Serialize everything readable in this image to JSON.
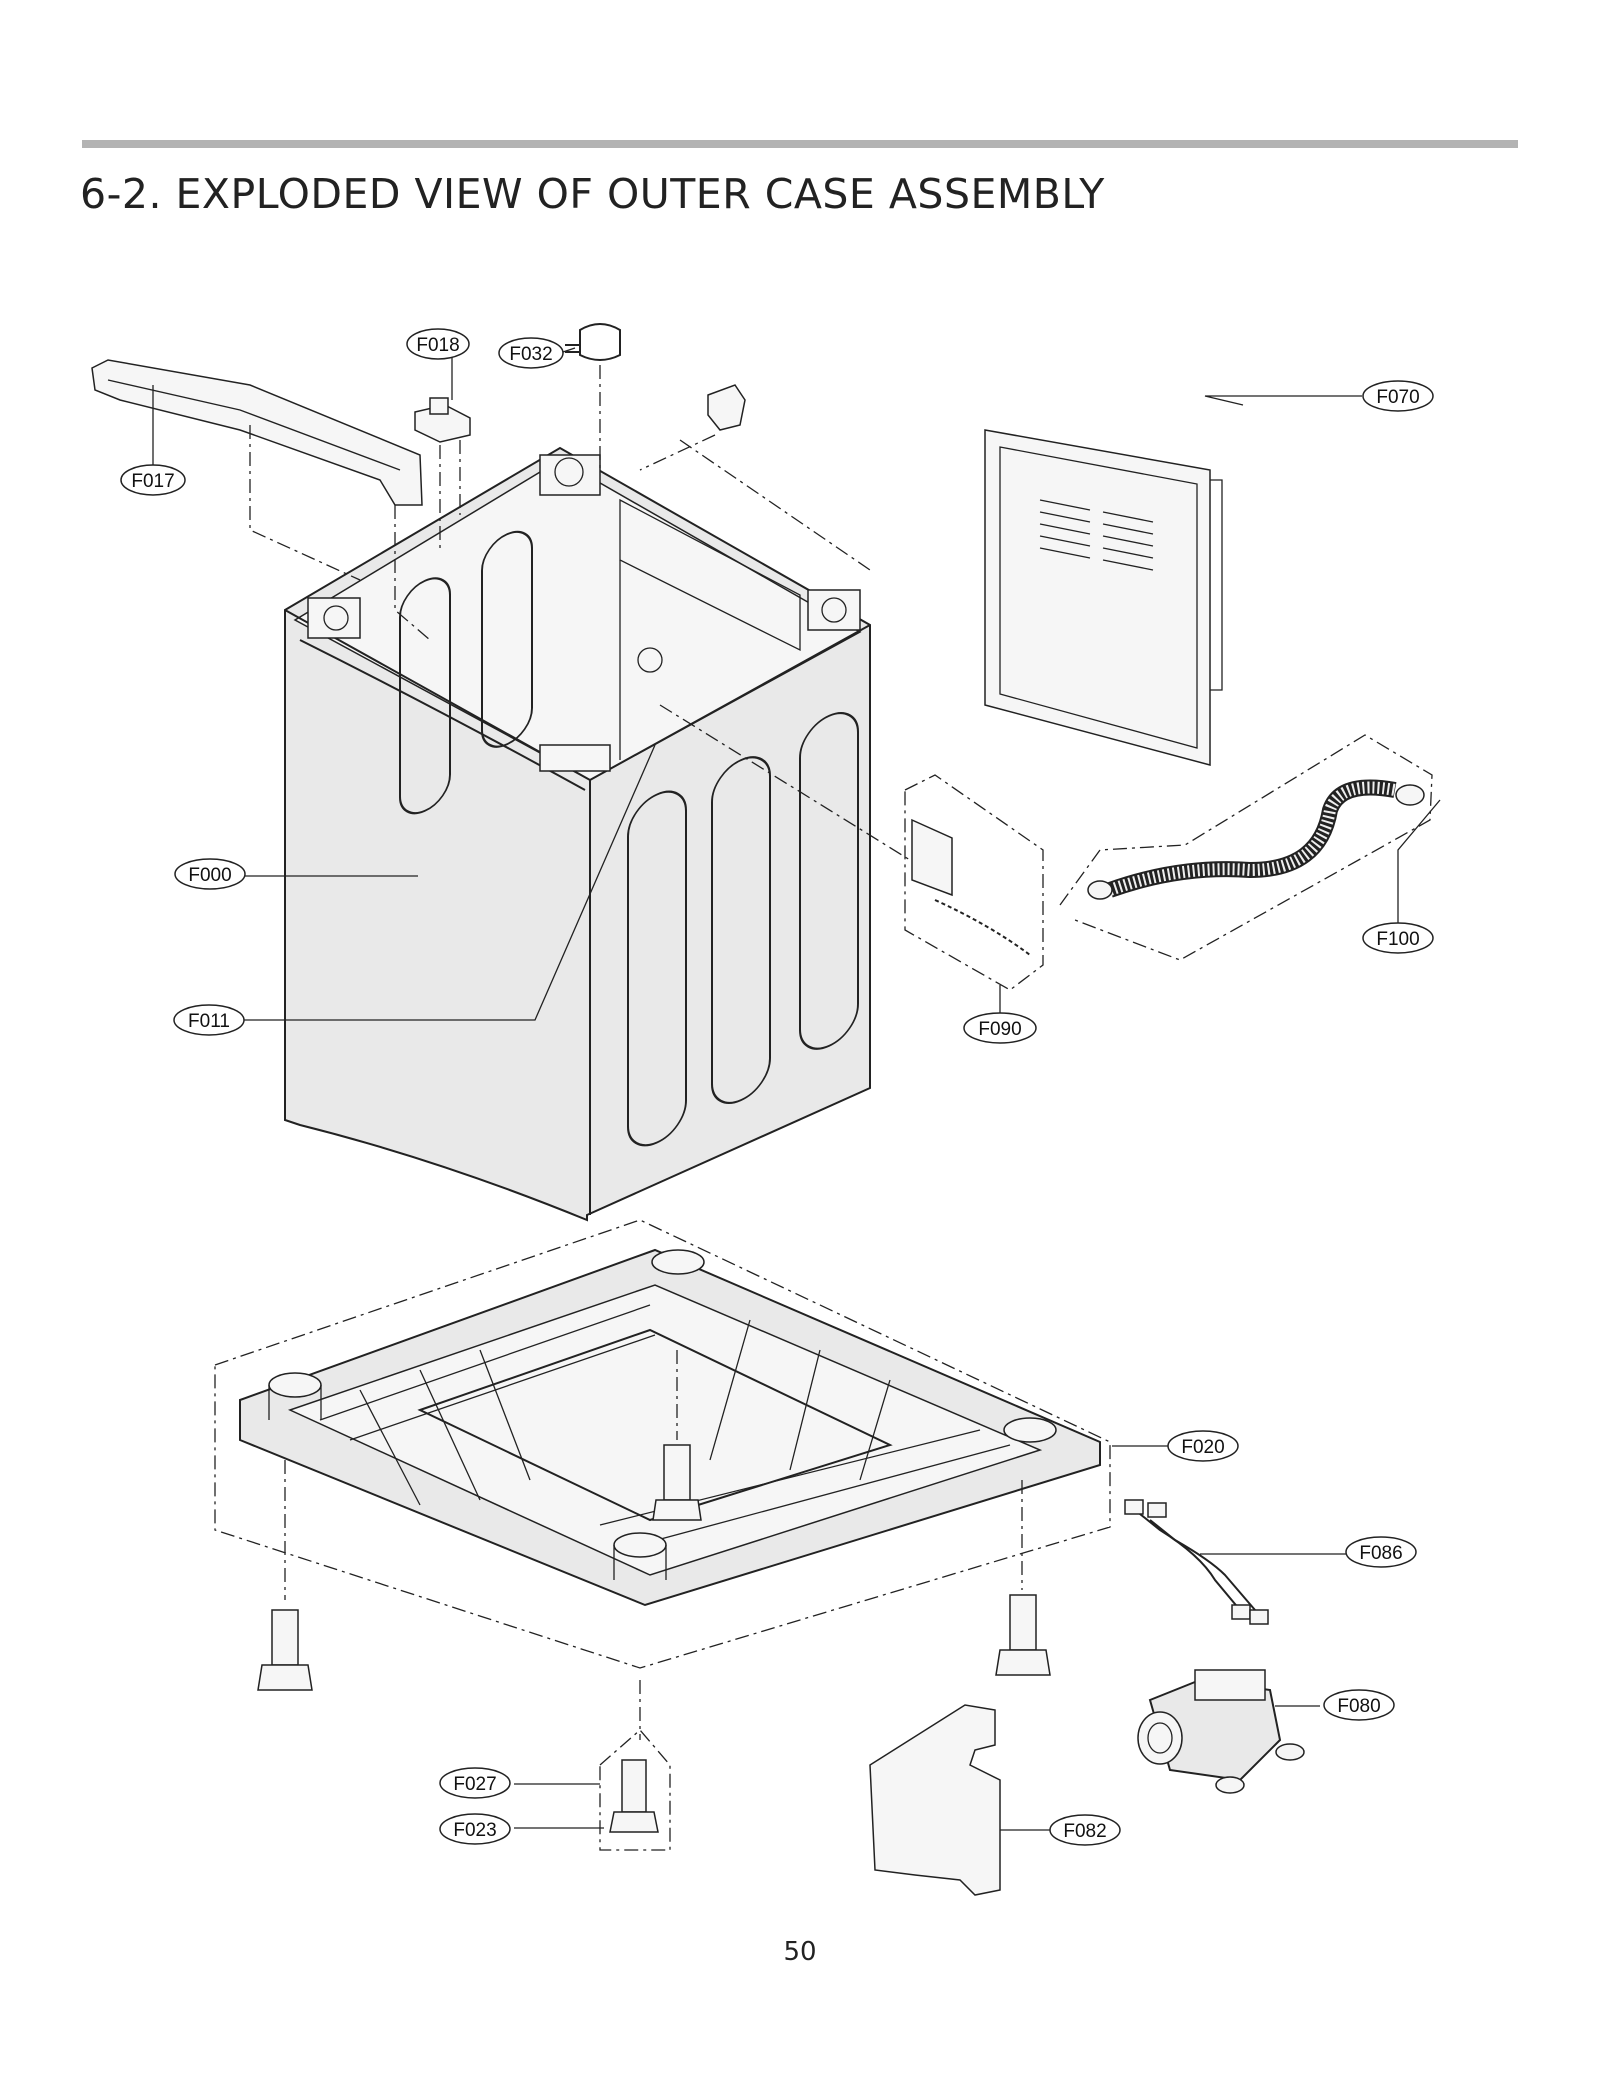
{
  "page": {
    "title": "6-2. EXPLODED VIEW OF OUTER CASE ASSEMBLY",
    "page_number": "50"
  },
  "callouts": {
    "F000": "F000",
    "F011": "F011",
    "F017": "F017",
    "F018": "F018",
    "F020": "F020",
    "F023": "F023",
    "F027": "F027",
    "F032": "F032",
    "F070": "F070",
    "F080": "F080",
    "F082": "F082",
    "F086": "F086",
    "F090": "F090",
    "F100": "F100"
  }
}
